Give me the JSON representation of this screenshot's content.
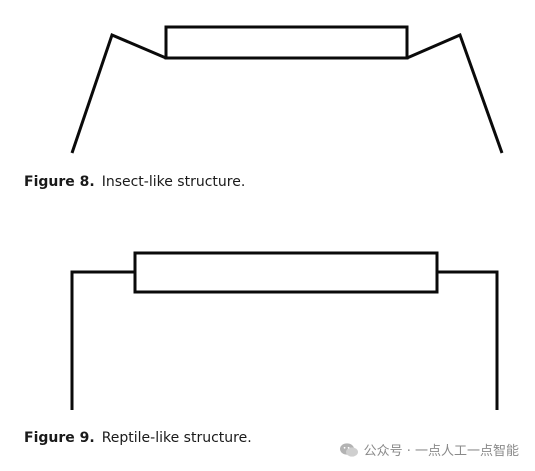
{
  "figures": [
    {
      "label": "Figure 8.",
      "caption": "Insect-like structure."
    },
    {
      "label": "Figure 9.",
      "caption": "Reptile-like structure."
    }
  ],
  "watermark": {
    "icon": "wechat-icon",
    "text": "公众号 · 一点人工一点智能"
  },
  "colors": {
    "line": "#0a0a0a",
    "caption_text": "#1a1a1a",
    "watermark_text": "#8a8a8a"
  }
}
